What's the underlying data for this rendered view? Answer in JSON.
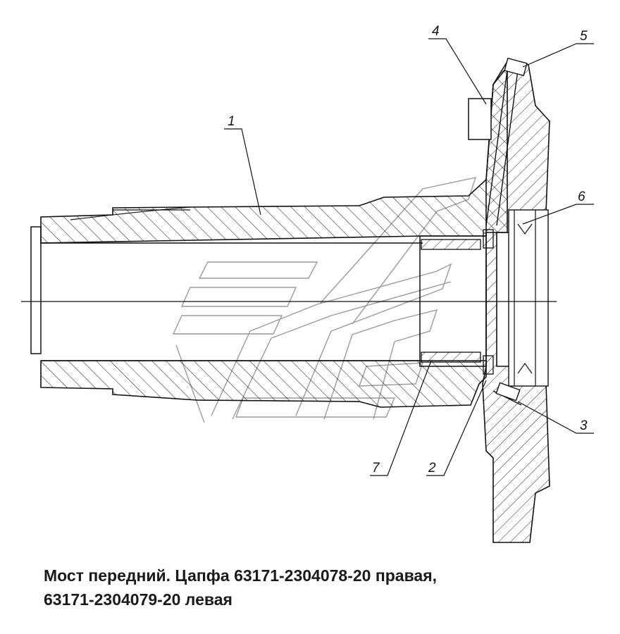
{
  "callouts": [
    "1",
    "2",
    "3",
    "4",
    "5",
    "6",
    "7"
  ],
  "caption": {
    "line1": "Мост передний. Цапфа 63171-2304078-20 правая,",
    "line2": "63171-2304079-20 левая"
  }
}
